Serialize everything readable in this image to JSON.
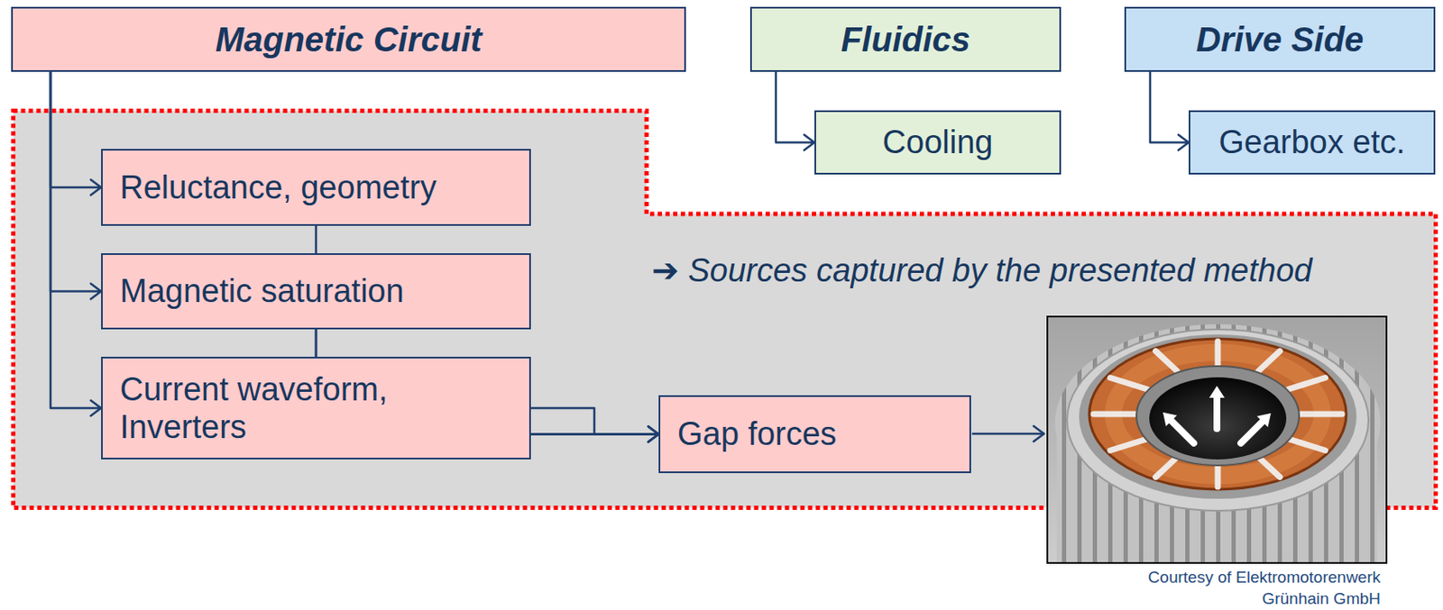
{
  "diagram": {
    "nodes": [
      {
        "text": [
          "Magnetic Circuit"
        ]
      },
      {
        "text": [
          "Fluidics"
        ]
      },
      {
        "text": [
          "Drive Side"
        ]
      },
      {
        "text": [
          "Cooling"
        ]
      },
      {
        "text": [
          "Gearbox etc."
        ]
      },
      {
        "text": [
          "➔ Sources captured by the presented method"
        ]
      },
      {
        "text": [
          "Reluctance, geometry"
        ],
        "in": 5
      },
      {
        "text": [
          "Magnetic saturation"
        ],
        "in": 5
      },
      {
        "text": [
          "Current waveform, Inverters"
        ],
        "in": 5
      },
      {
        "text": [
          "Gap forces"
        ],
        "in": 5
      }
    ],
    "edges": [
      {
        "from": 0,
        "to": 6,
        "arrow": "to"
      },
      {
        "from": 0,
        "to": 7,
        "arrow": "to"
      },
      {
        "from": 0,
        "to": 8,
        "arrow": "to"
      },
      {
        "from": 1,
        "to": 3,
        "arrow": "to"
      },
      {
        "from": 2,
        "to": 4,
        "arrow": "to"
      },
      {
        "from": 6,
        "to": 9,
        "arrow": "to"
      },
      {
        "from": 7,
        "to": 9,
        "arrow": "to"
      },
      {
        "from": 8,
        "to": 9,
        "arrow": "to"
      }
    ],
    "labels": [
      "Courtesy of Elektromotorenwerk Grünhain GmbH"
    ]
  }
}
